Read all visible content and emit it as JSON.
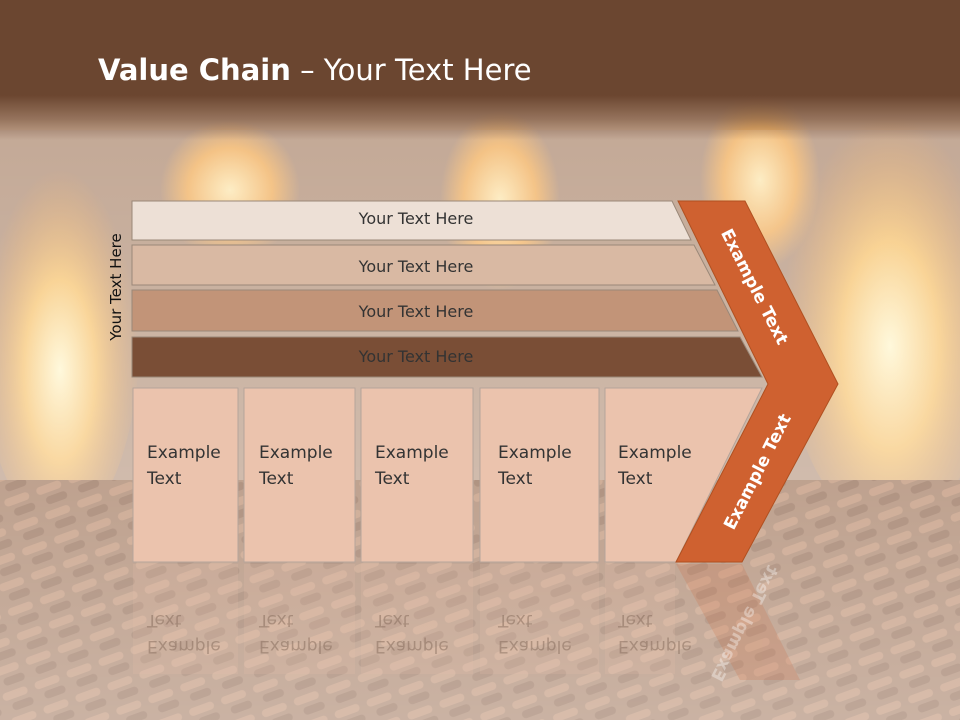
{
  "title": {
    "bold": "Value Chain",
    "rest": " – Your Text Here"
  },
  "side_label": "Your Text Here",
  "rows": [
    {
      "label": "Your Text Here",
      "color": "#ede0d6"
    },
    {
      "label": "Your Text Here",
      "color": "#d9b9a3"
    },
    {
      "label": "Your Text Here",
      "color": "#c29478"
    },
    {
      "label": "Your Text Here",
      "color": "#7a4e36"
    }
  ],
  "boxes": [
    {
      "line1": "Example",
      "line2": "Text"
    },
    {
      "line1": "Example",
      "line2": "Text"
    },
    {
      "line1": "Example",
      "line2": "Text"
    },
    {
      "line1": "Example",
      "line2": "Text"
    },
    {
      "line1": "Example",
      "line2": "Text"
    }
  ],
  "arrow": {
    "top_label": "Example Text",
    "bottom_label": "Example Text",
    "color": "#cf6130"
  },
  "colors": {
    "header": "#6b4630",
    "box": "#ebc3ad",
    "box_border": "#b5a49a"
  }
}
